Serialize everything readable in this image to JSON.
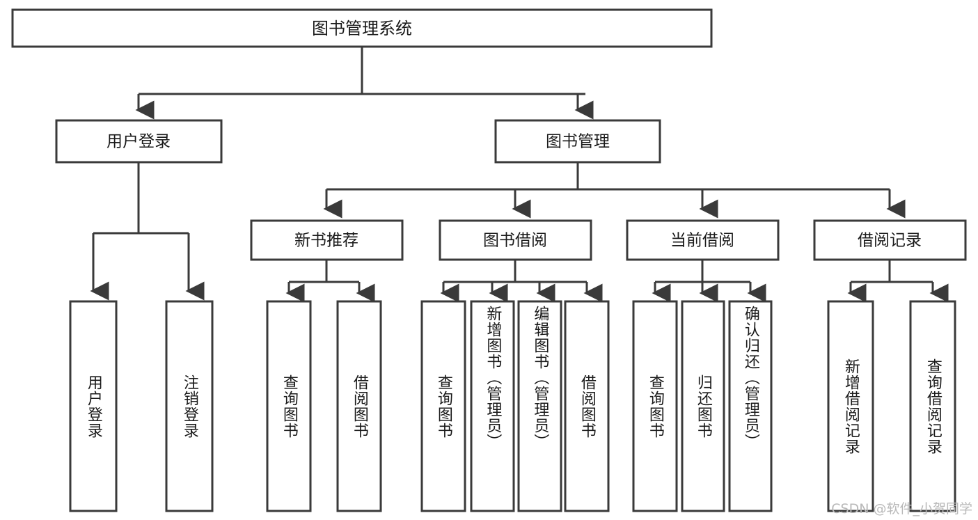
{
  "diagram": {
    "type": "tree-hierarchy",
    "title": "图书管理系统",
    "orientation": "top-down",
    "root": {
      "id": "root",
      "label": "图书管理系统",
      "text_direction": "horizontal"
    },
    "level1": [
      {
        "id": "user-login",
        "label": "用户登录",
        "text_direction": "horizontal"
      },
      {
        "id": "book-manage",
        "label": "图书管理",
        "text_direction": "horizontal"
      }
    ],
    "level2": [
      {
        "id": "new-book-rec",
        "label": "新书推荐",
        "parent": "book-manage",
        "text_direction": "horizontal"
      },
      {
        "id": "book-borrow",
        "label": "图书借阅",
        "parent": "book-manage",
        "text_direction": "horizontal"
      },
      {
        "id": "current-borrow",
        "label": "当前借阅",
        "parent": "book-manage",
        "text_direction": "horizontal"
      },
      {
        "id": "borrow-record",
        "label": "借阅记录",
        "parent": "book-manage",
        "text_direction": "horizontal"
      }
    ],
    "leaves": [
      {
        "id": "leaf-user-login",
        "label": "用户登录",
        "parent": "user-login",
        "text_direction": "vertical"
      },
      {
        "id": "leaf-user-logout",
        "label": "注销登录",
        "parent": "user-login",
        "text_direction": "vertical"
      },
      {
        "id": "leaf-query-book-1",
        "label": "查询图书",
        "parent": "new-book-rec",
        "text_direction": "vertical"
      },
      {
        "id": "leaf-borrow-book-1",
        "label": "借阅图书",
        "parent": "new-book-rec",
        "text_direction": "vertical"
      },
      {
        "id": "leaf-query-book-2",
        "label": "查询图书",
        "parent": "book-borrow",
        "text_direction": "vertical"
      },
      {
        "id": "leaf-add-book",
        "label": "新增图书（管理员）",
        "parent": "book-borrow",
        "text_direction": "vertical"
      },
      {
        "id": "leaf-edit-book",
        "label": "编辑图书（管理员）",
        "parent": "book-borrow",
        "text_direction": "vertical"
      },
      {
        "id": "leaf-borrow-book-2",
        "label": "借阅图书",
        "parent": "book-borrow",
        "text_direction": "vertical"
      },
      {
        "id": "leaf-query-book-3",
        "label": "查询图书",
        "parent": "current-borrow",
        "text_direction": "vertical"
      },
      {
        "id": "leaf-return-book",
        "label": "归还图书",
        "parent": "current-borrow",
        "text_direction": "vertical"
      },
      {
        "id": "leaf-confirm-return",
        "label": "确认归还（管理员）",
        "parent": "current-borrow",
        "text_direction": "vertical"
      },
      {
        "id": "leaf-add-record",
        "label": "新增借阅记录",
        "parent": "borrow-record",
        "text_direction": "vertical"
      },
      {
        "id": "leaf-query-record",
        "label": "查询借阅记录",
        "parent": "borrow-record",
        "text_direction": "vertical"
      }
    ],
    "colors": {
      "stroke": "#3a3a3a",
      "fill": "#ffffff",
      "text": "#1a1a1a",
      "watermark": "#b9b9b9",
      "background": "#ffffff"
    }
  },
  "watermark": {
    "text": "CSDN @软件_小贺同学"
  }
}
